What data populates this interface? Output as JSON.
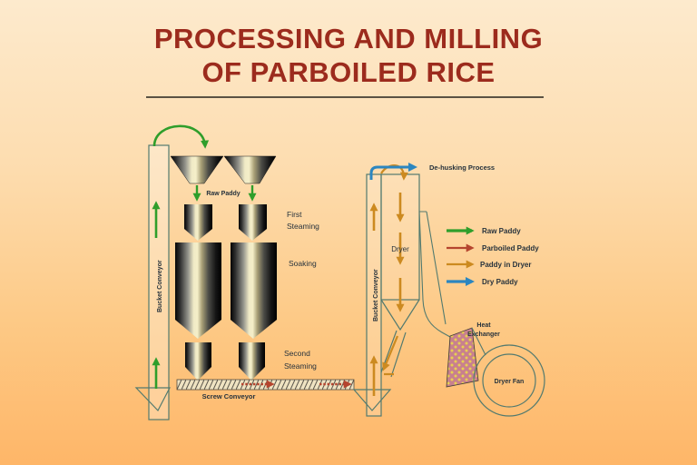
{
  "title": {
    "line1": "PROCESSING AND MILLING",
    "line2": "OF PARBOILED RICE"
  },
  "diagram": {
    "bucket_conveyor_left": "Bucket Conveyor",
    "bucket_conveyor_right": "Bucket Conveyor",
    "raw_paddy_label": "Raw Paddy",
    "first_steaming_line1": "First",
    "first_steaming_line2": "Steaming",
    "soaking": "Soaking",
    "second_steaming_line1": "Second",
    "second_steaming_line2": "Steaming",
    "screw_conveyor": "Screw Conveyor",
    "dryer": "Dryer",
    "dehusking_process": "De-husking Process",
    "heat_exchanger_line1": "Heat",
    "heat_exchanger_line2": "Exchanger",
    "dryer_fan": "Dryer Fan"
  },
  "legend": {
    "items": [
      {
        "label": "Raw Paddy",
        "color": "#2f9e2b"
      },
      {
        "label": "Parboiled Paddy",
        "color": "#b5442e"
      },
      {
        "label": "Paddy in Dryer",
        "color": "#cc8a20"
      },
      {
        "label": "Dry Paddy",
        "color": "#2b86c0"
      }
    ]
  },
  "colors": {
    "title_text": "#9c2b1d",
    "background_top": "#fdeacd",
    "background_bottom": "#feb668",
    "equipment_outline": "#527a6f",
    "raw_paddy_arrow": "#2f9e2b",
    "parboiled_paddy_arrow": "#b5442e",
    "paddy_in_dryer_arrow": "#cc8a20",
    "dry_paddy_arrow": "#2b86c0",
    "heat_exchanger_fill": "#c8808e",
    "heat_exchanger_dots": "#e8d051"
  }
}
